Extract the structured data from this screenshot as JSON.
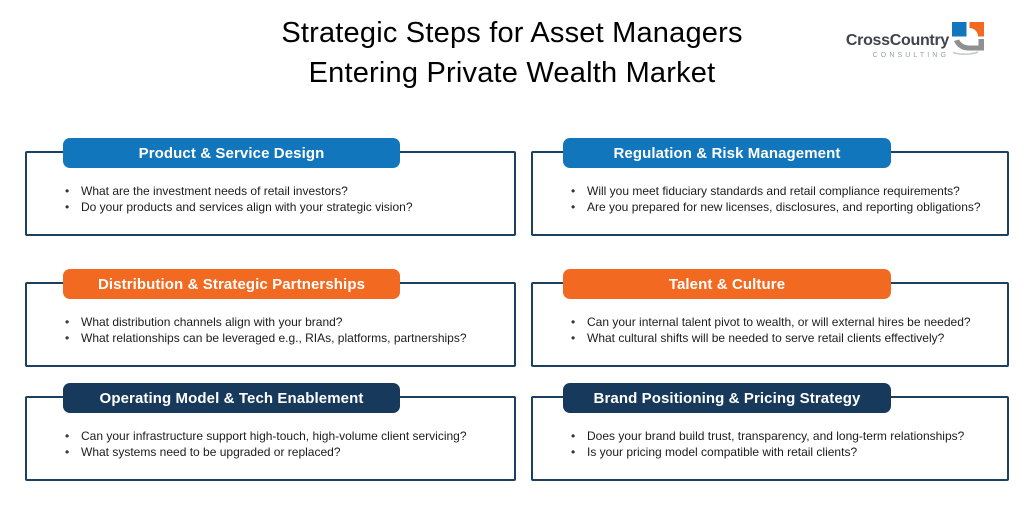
{
  "header": {
    "title_line1": "Strategic Steps for Asset Managers",
    "title_line2": "Entering Private Wealth Market"
  },
  "logo": {
    "brand": "CrossCountry",
    "sub": "CONSULTING"
  },
  "colors": {
    "blue": "#1276BD",
    "orange": "#F26A21",
    "navy": "#17395C",
    "box_border": "#1B4060",
    "logo_gray": "#8E9093"
  },
  "bullet_char": "•",
  "cards": [
    {
      "title": "Product & Service Design",
      "color": "blue",
      "bullets": [
        "What are the investment needs of retail investors?",
        "Do your products and services align with your strategic vision?"
      ]
    },
    {
      "title": "Regulation & Risk Management",
      "color": "blue",
      "bullets": [
        "Will you meet fiduciary standards and retail compliance requirements?",
        "Are you prepared for new licenses, disclosures, and reporting obligations?"
      ]
    },
    {
      "title": "Distribution & Strategic Partnerships",
      "color": "orange",
      "bullets": [
        "What distribution channels align with your brand?",
        "What relationships can be leveraged e.g., RIAs, platforms, partnerships?"
      ]
    },
    {
      "title": "Talent & Culture",
      "color": "orange",
      "bullets": [
        "Can your internal talent pivot to wealth, or will external hires be needed?",
        "What cultural shifts will be needed to serve retail clients effectively?"
      ]
    },
    {
      "title": "Operating Model & Tech Enablement",
      "color": "navy",
      "bullets": [
        "Can your infrastructure support high-touch, high-volume client servicing?",
        "What systems need to be upgraded or replaced?"
      ]
    },
    {
      "title": "Brand Positioning & Pricing Strategy",
      "color": "navy",
      "bullets": [
        "Does your brand build trust, transparency, and long-term relationships?",
        "Is your pricing model compatible with retail clients?"
      ]
    }
  ]
}
